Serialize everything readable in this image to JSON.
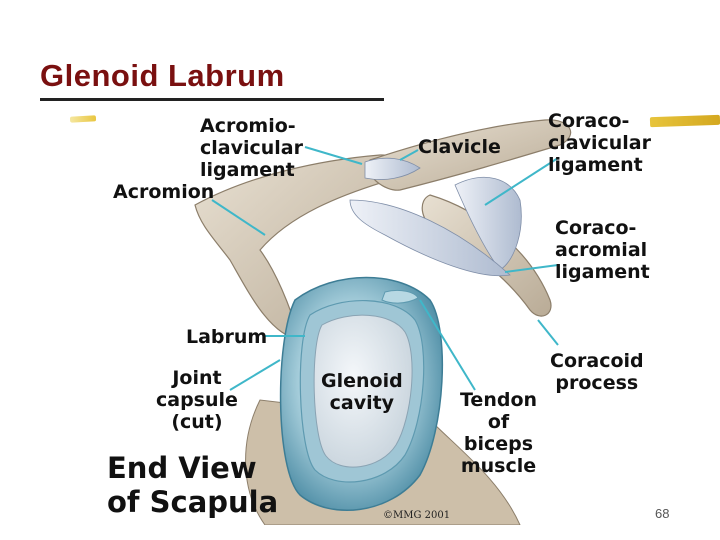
{
  "slide": {
    "title": "Glenoid Labrum",
    "page_number": "68"
  },
  "figure": {
    "labels": {
      "acromioclavicular_ligament": "Acromio-\nclavicular\nligament",
      "acromion": "Acromion",
      "clavicle": "Clavicle",
      "coracoclavicular_ligament": "Coraco-\nclavicular\nligament",
      "coracoacromial_ligament": "Coraco-\nacromial\nligament",
      "labrum": "Labrum",
      "joint_capsule": "Joint\ncapsule\n(cut)",
      "glenoid_cavity": "Glenoid\ncavity",
      "coracoid_process": "Coracoid\nprocess",
      "tendon_biceps": "Tendon\nof\nbiceps\nmuscle",
      "end_view": "End View\nof Scapula"
    },
    "copyright": "©MMG 2001",
    "colors": {
      "bone": "#d9cfc0",
      "bone_shadow": "#a89a86",
      "ligament": "#cfd6e4",
      "capsule": "#7fb3c7",
      "cavity": "#dfe6ec",
      "leader_line": "#3fb7c9",
      "title": "#7a1010"
    }
  }
}
